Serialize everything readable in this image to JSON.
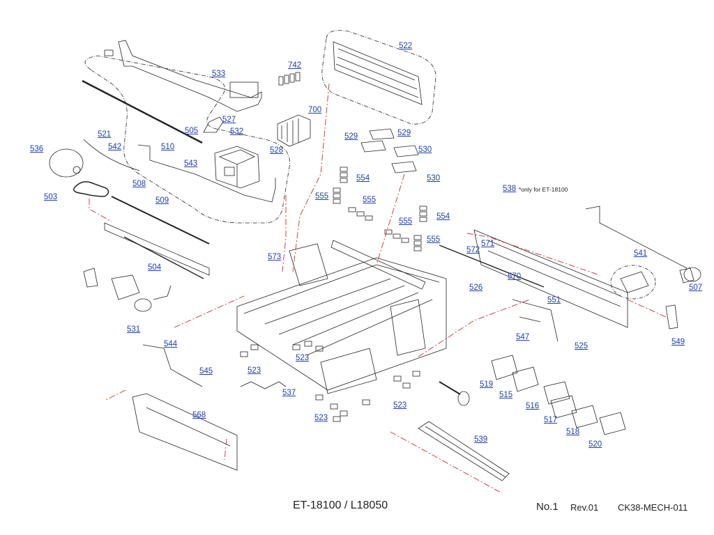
{
  "diagram": {
    "model": "ET-18100 / L18050",
    "sheet_no": "No.1",
    "revision": "Rev.01",
    "drawing_code": "CK38-MECH-011",
    "note": "*only for ET-18100",
    "colors": {
      "label": "#1a3fb5",
      "red_leader": "#d8262a",
      "line": "#222222"
    },
    "parts": {
      "p500": "503",
      "p504": "504",
      "p505": "505",
      "p507": "507",
      "p508": "508",
      "p509": "509",
      "p510": "510",
      "p515": "515",
      "p516": "516",
      "p517": "517",
      "p518": "518",
      "p519": "519",
      "p520": "520",
      "p521": "521",
      "p522": "522",
      "p523a": "523",
      "p523b": "523",
      "p523c": "523",
      "p523d": "523",
      "p525": "525",
      "p526": "526",
      "p527": "527",
      "p528": "528",
      "p529a": "529",
      "p529b": "529",
      "p530a": "530",
      "p530b": "530",
      "p531": "531",
      "p532": "532",
      "p533": "533",
      "p536": "536",
      "p537": "537",
      "p538": "538",
      "p539": "539",
      "p541": "541",
      "p542": "542",
      "p543": "543",
      "p544": "544",
      "p545": "545",
      "p547": "547",
      "p549": "549",
      "p551": "551",
      "p554a": "554",
      "p554b": "554",
      "p555a": "555",
      "p555b": "555",
      "p555c": "555",
      "p555d": "555",
      "p568": "568",
      "p570": "570",
      "p571": "571",
      "p572": "572",
      "p573": "573",
      "p700": "700",
      "p742": "742"
    }
  }
}
